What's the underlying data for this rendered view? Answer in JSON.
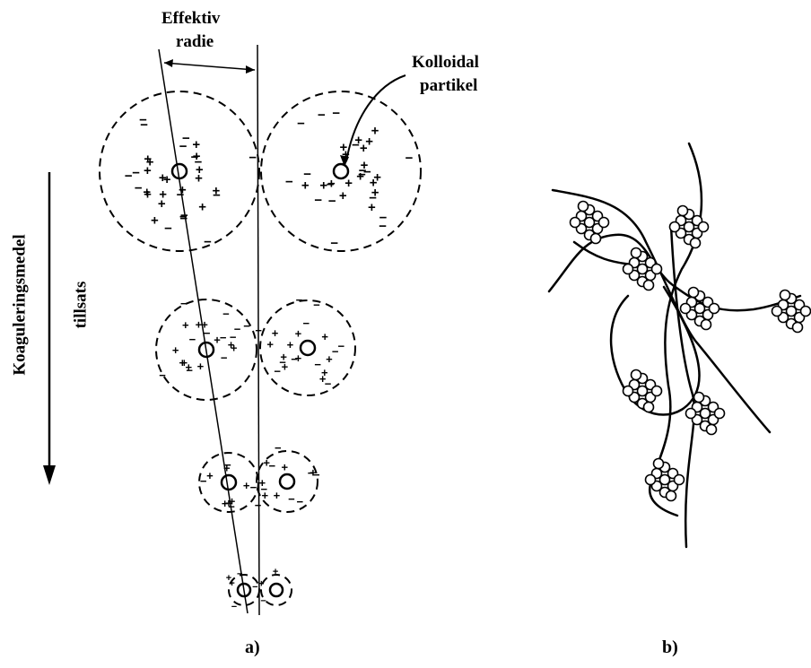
{
  "labels": {
    "effektiv_line1": "Effektiv",
    "effektiv_line2": "radie",
    "kolloidal_line1": "Kolloidal",
    "kolloidal_line2": "partikel",
    "koagulering": "Koaguleringsmedel",
    "tillsats": "tillsats",
    "panel_a": "a)",
    "panel_b": "b)"
  },
  "glyphs": {
    "minus": "−",
    "plus": "+"
  },
  "colors": {
    "ink": "#000000",
    "background": "#ffffff"
  }
}
